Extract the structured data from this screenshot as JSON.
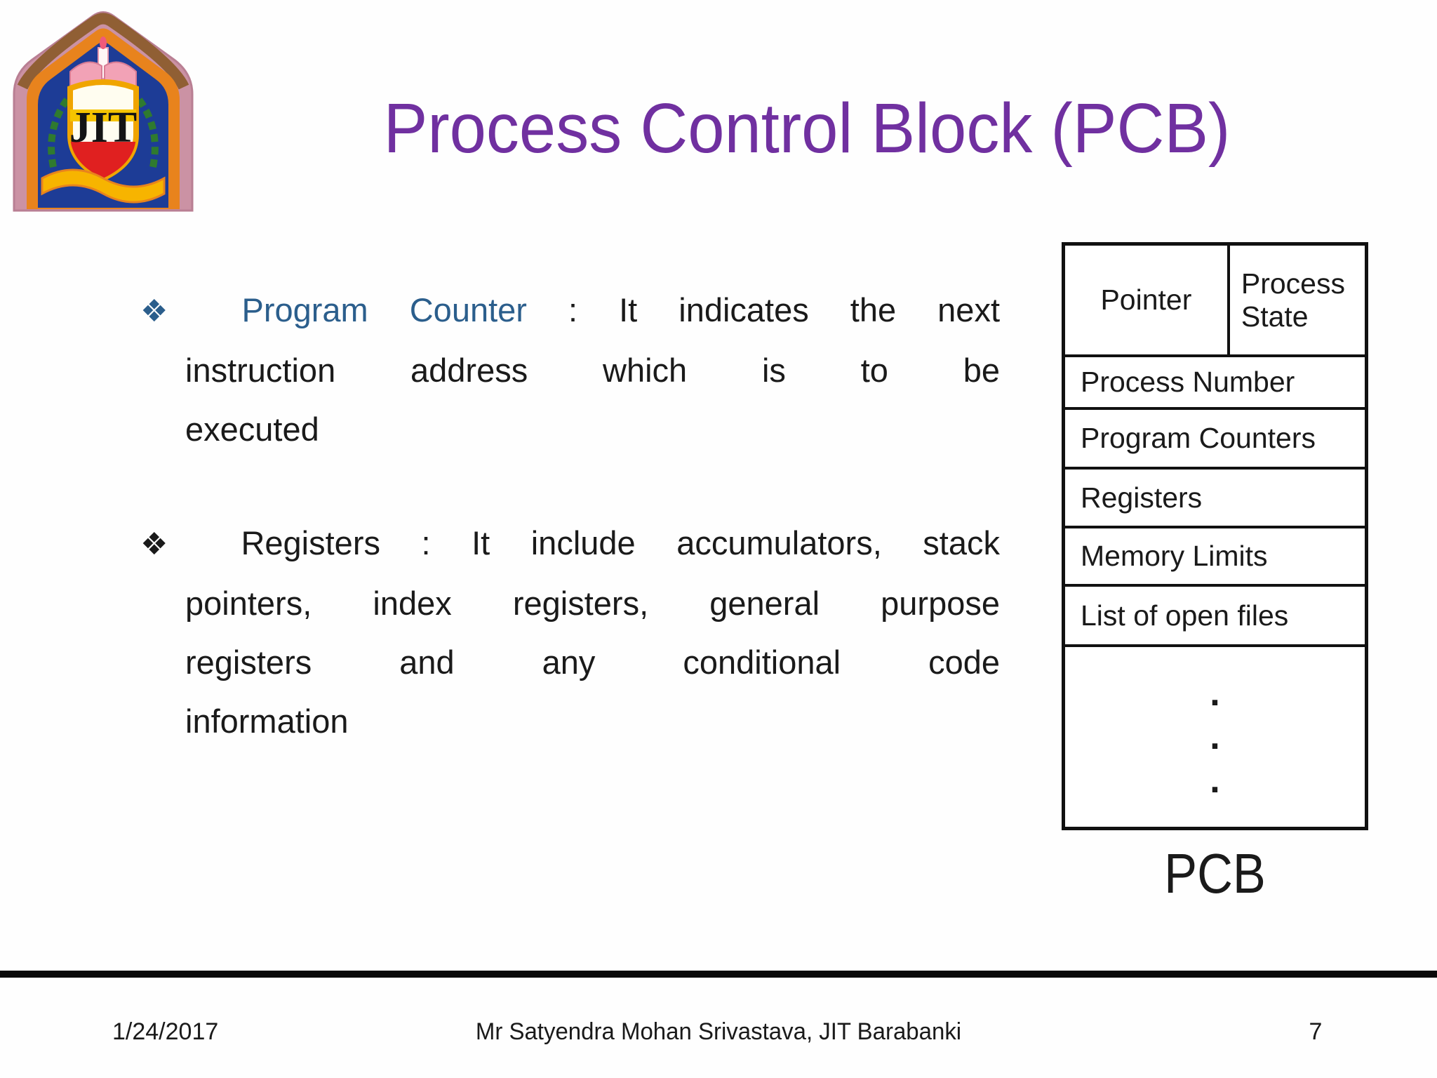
{
  "colors": {
    "title_purple": "#7030A0",
    "term_blue": "#2B5E8C",
    "body_text": "#1A1A1A",
    "border_black": "#111111",
    "rule_black": "#0A0A0A",
    "page_bg": "#FEFEFE"
  },
  "logo": {
    "monogram": "JIT"
  },
  "title": "Process Control Block (PCB)",
  "bullets": [
    {
      "marker": "❖",
      "term": "Program Counter",
      "line1_rest": ": It indicates the next",
      "line2": "instruction address which is to be",
      "line3": "executed"
    },
    {
      "marker": "❖",
      "term": "Registers",
      "line1_rest": ": It include accumulators, stack",
      "line2": "pointers, index registers, general purpose",
      "line3": "registers and any conditional code",
      "line4": "information"
    }
  ],
  "pcb_table": {
    "header_left": "Pointer",
    "header_right": "Process State",
    "rows": [
      "Process Number",
      "Program Counters",
      "Registers",
      "Memory Limits",
      "List of open files"
    ],
    "dots": [
      ".",
      ".",
      "."
    ],
    "caption": "PCB"
  },
  "footer": {
    "date": "1/24/2017",
    "credit": "Mr Satyendra Mohan Srivastava, JIT Barabanki",
    "page_number": "7"
  }
}
